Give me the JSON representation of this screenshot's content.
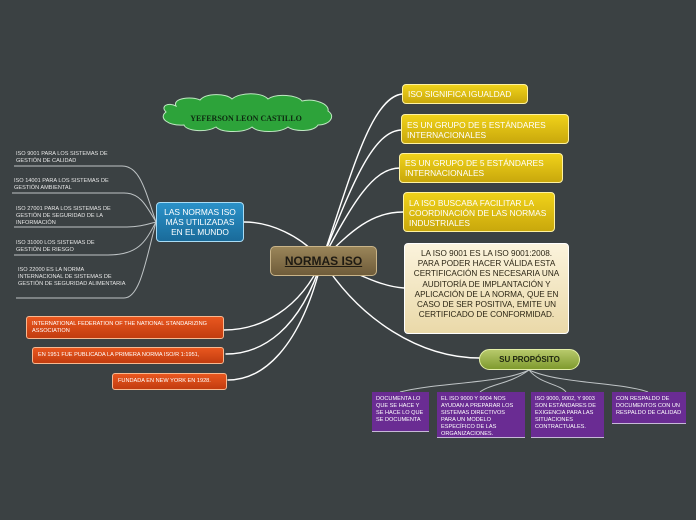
{
  "central": "NORMAS ISO",
  "cloud_label": "YEFERSON LEON CASTILLO",
  "right_nodes": [
    "ISO SIGNIFICA IGUALDAD",
    "ES UN GRUPO DE 5 ESTÁNDARES INTERNACIONALES",
    "ES UN GRUPO DE 5 ESTÁNDARES INTERNACIONALES",
    "LA ISO BUSCABA  FACILITAR LA COORDINACIÓN DE LAS NORMAS INDUSTRIALES"
  ],
  "description": "LA ISO 9001 ES LA ISO 9001:2008. PARA PODER HACER VÁLIDA ESTA CERTIFICACIÓN ES NECESARIA UNA AUDITORÍA DE IMPLANTACIÓN Y APLICACIÓN DE LA NORMA, QUE EN CASO DE SER POSITIVA, EMITE UN CERTIFICADO DE CONFORMIDAD.",
  "purpose": {
    "label": "SU PROPÓSITO",
    "items": [
      "DOCUMENTA LO QUE SE HACE Y SE HACE LO QUE SE DOCUMENTA",
      "EL ISO 9000 Y 9004 NOS AYUDAN A PREPARAR LOS SISTEMAS DIRECTIVOS PARA UN MODELO ESPECÍFICO DE LAS ORGANIZACIONES.",
      "ISO 9000, 9002, Y 9003 SON ESTÁNDARES DE EXIGENCIA PARA LAS SITUACIONES CONTRACTUALES.",
      "CON RESPALDO DE DOCUMENTOS CON UN RESPALDO DE CALIDAD"
    ]
  },
  "most_used": {
    "label": "LAS NORMAS ISO MÁS UTILIZADAS EN EL MUNDO",
    "items": [
      "ISO 9001 PARA LOS SISTEMAS DE GESTIÓN DE CALIDAD",
      "ISO 14001 PARA LOS SISTEMAS DE GESTIÓN AMBIENTAL",
      "ISO 27001 PARA LOS SISTEMAS DE GESTIÓN DE SEGURIDAD DE LA INFORMACIÓN",
      "ISO 31000 LOS SISTEMAS DE GESTIÓN DE RIESGO",
      "ISO 22000 ES LA NORMA INTERNACIONAL DE SISTEMAS DE GESTIÓN DE SEGURIDAD ALIMENTARIA"
    ]
  },
  "facts": [
    "INTERNATIONAL FEDERATION OF THE NATIONAL STANDARIZING ASSOCIATION",
    "EN 1951 FUE PUBLICADA LA PRIMERA NORMA ISO/R 1:1951,",
    "FUNDADA EN NEW YORK EN 1928."
  ]
}
